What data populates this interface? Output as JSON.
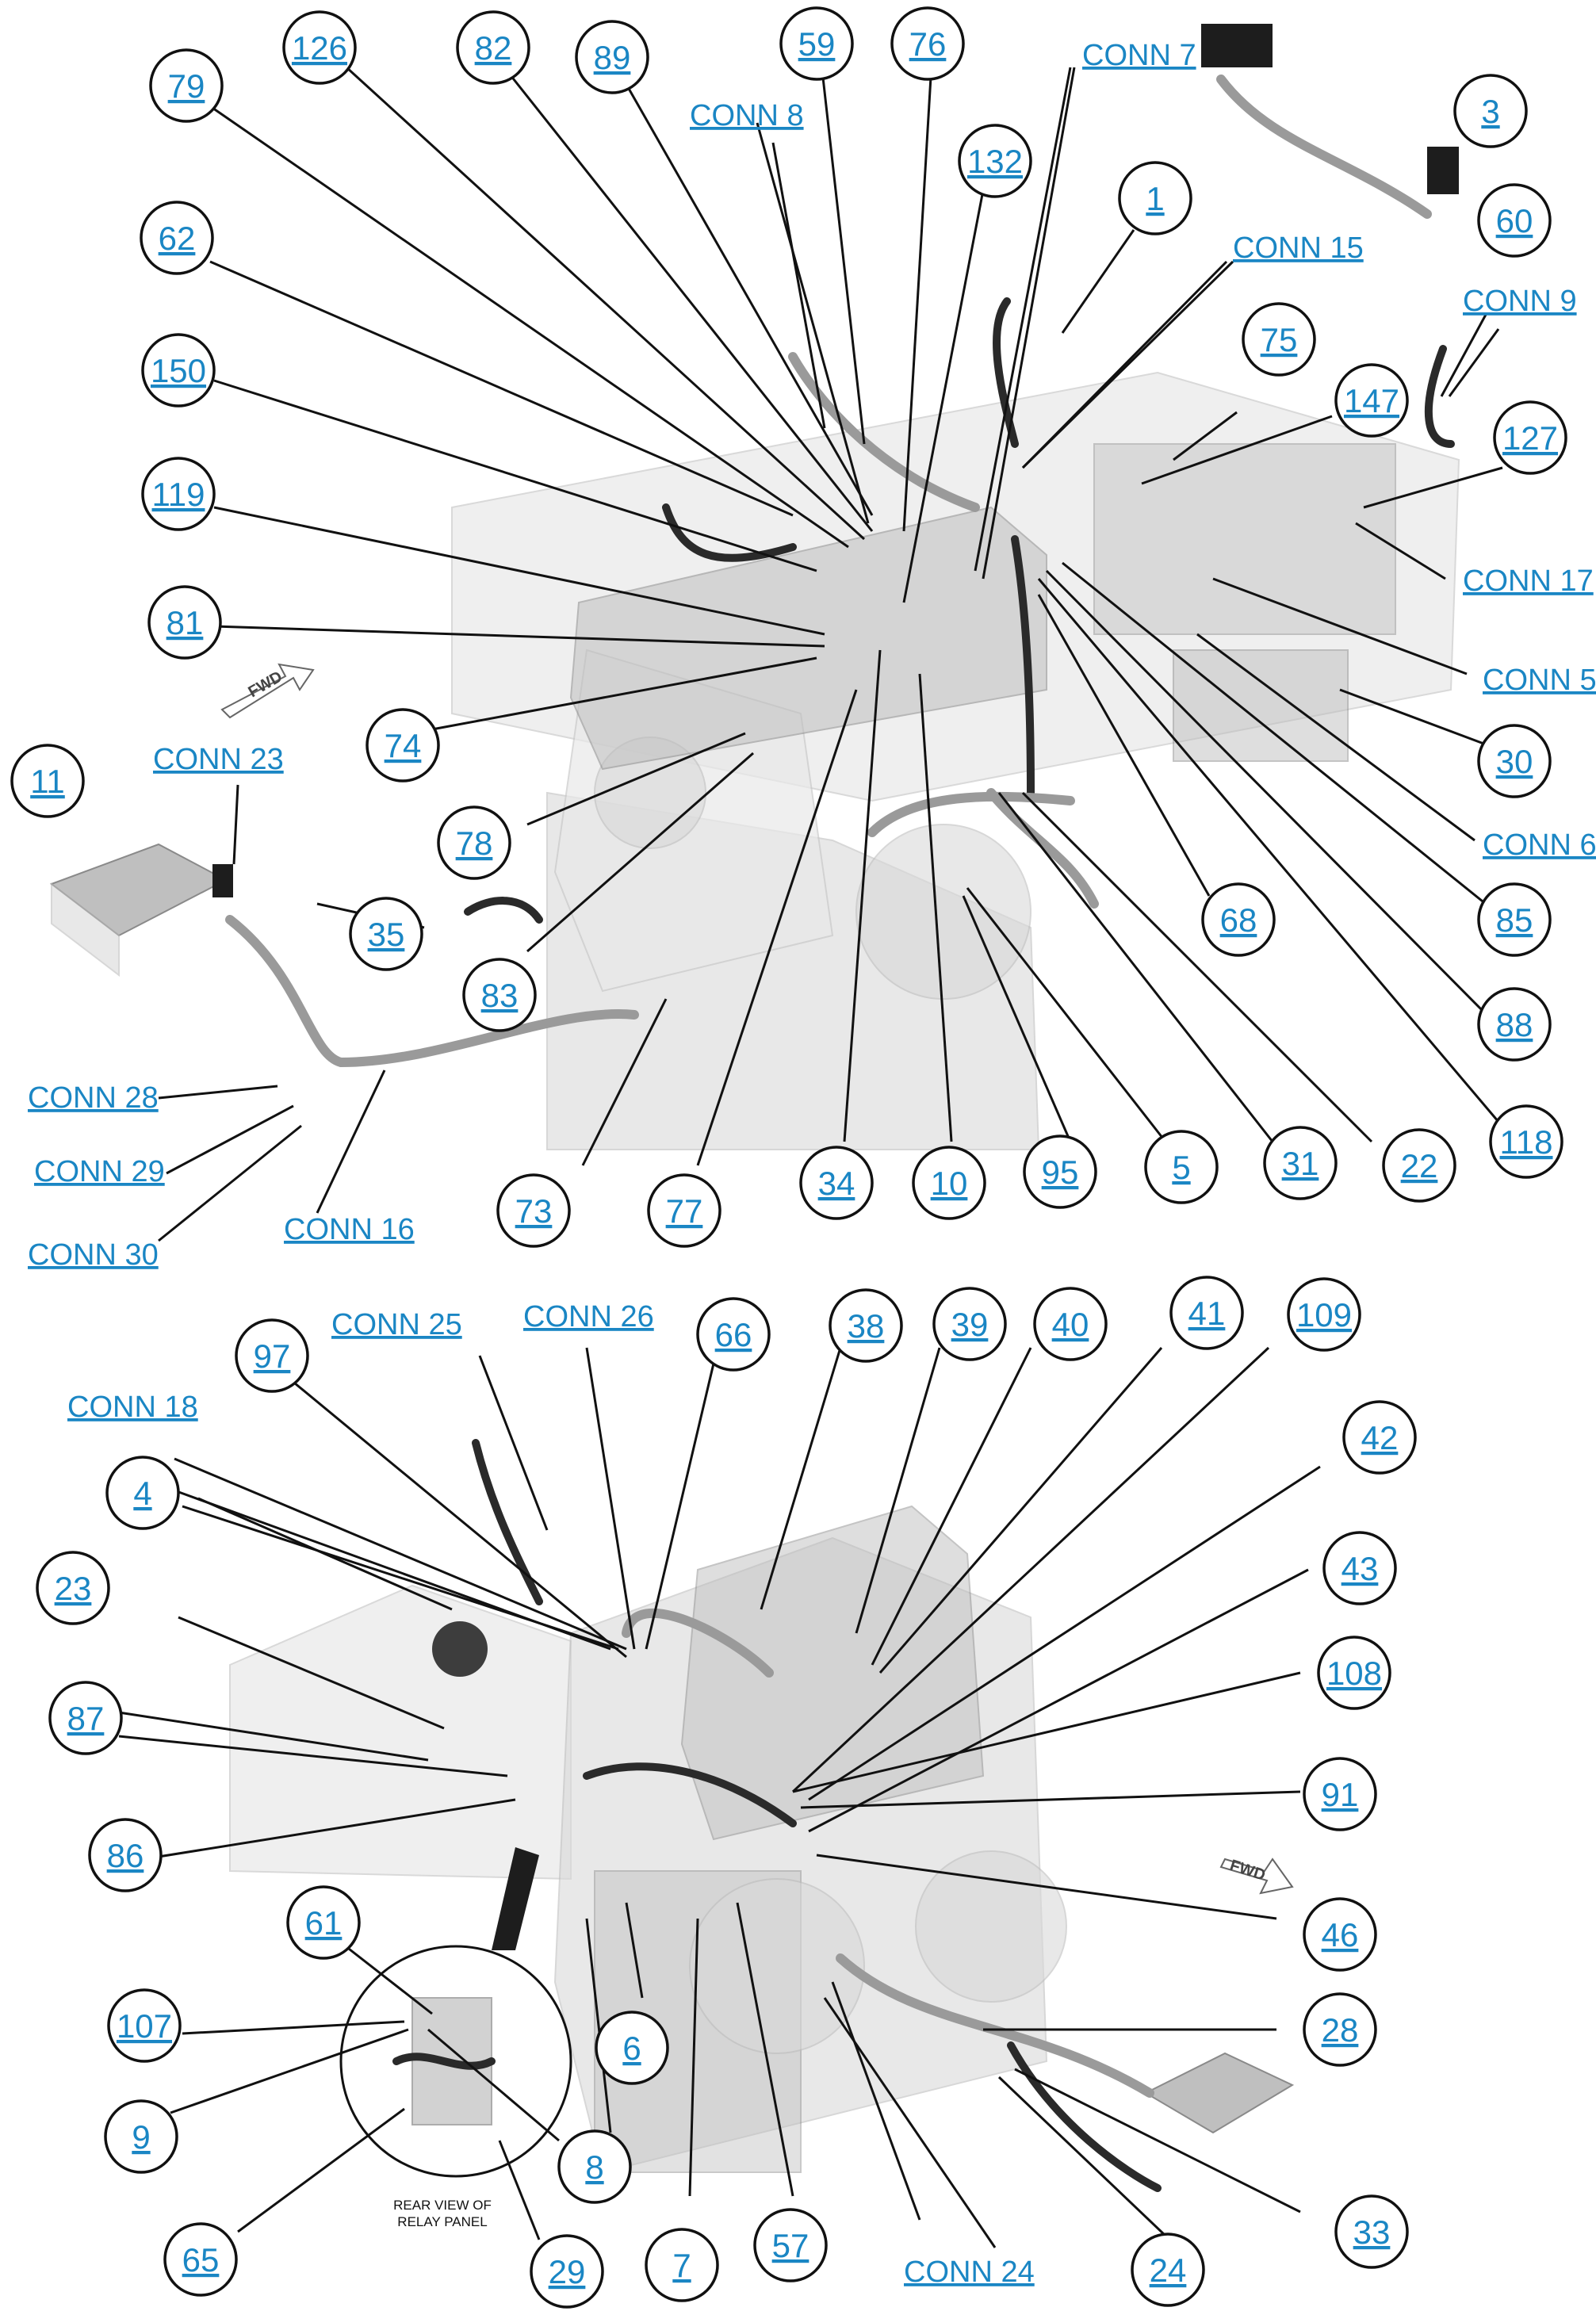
{
  "callouts_top": [
    "126",
    "82",
    "89",
    "59",
    "76",
    "79",
    "132",
    "1",
    "3",
    "60",
    "62",
    "75",
    "147",
    "127",
    "150",
    "119",
    "81",
    "74",
    "78",
    "11",
    "35",
    "83",
    "73",
    "77",
    "34",
    "10",
    "95",
    "5",
    "31",
    "22",
    "118",
    "88",
    "85",
    "30",
    "68"
  ],
  "callouts_bottom": [
    "97",
    "66",
    "38",
    "39",
    "40",
    "41",
    "109",
    "42",
    "4",
    "23",
    "43",
    "87",
    "108",
    "91",
    "86",
    "46",
    "61",
    "107",
    "6",
    "28",
    "9",
    "8",
    "65",
    "7",
    "57",
    "24",
    "33",
    "29"
  ],
  "connectors": [
    "CONN 7",
    "CONN 8",
    "CONN 15",
    "CONN 9",
    "CONN 17",
    "CONN 5",
    "CONN 6",
    "CONN 23",
    "CONN 28",
    "CONN 29",
    "CONN 30",
    "CONN 16",
    "CONN 25",
    "CONN 26",
    "CONN 18",
    "CONN 24"
  ],
  "fwd_label": "FWD",
  "inset_caption": [
    "REAR VIEW OF",
    "RELAY PANEL"
  ],
  "colors": {
    "link": "#1a86c4",
    "line": "#111111"
  }
}
